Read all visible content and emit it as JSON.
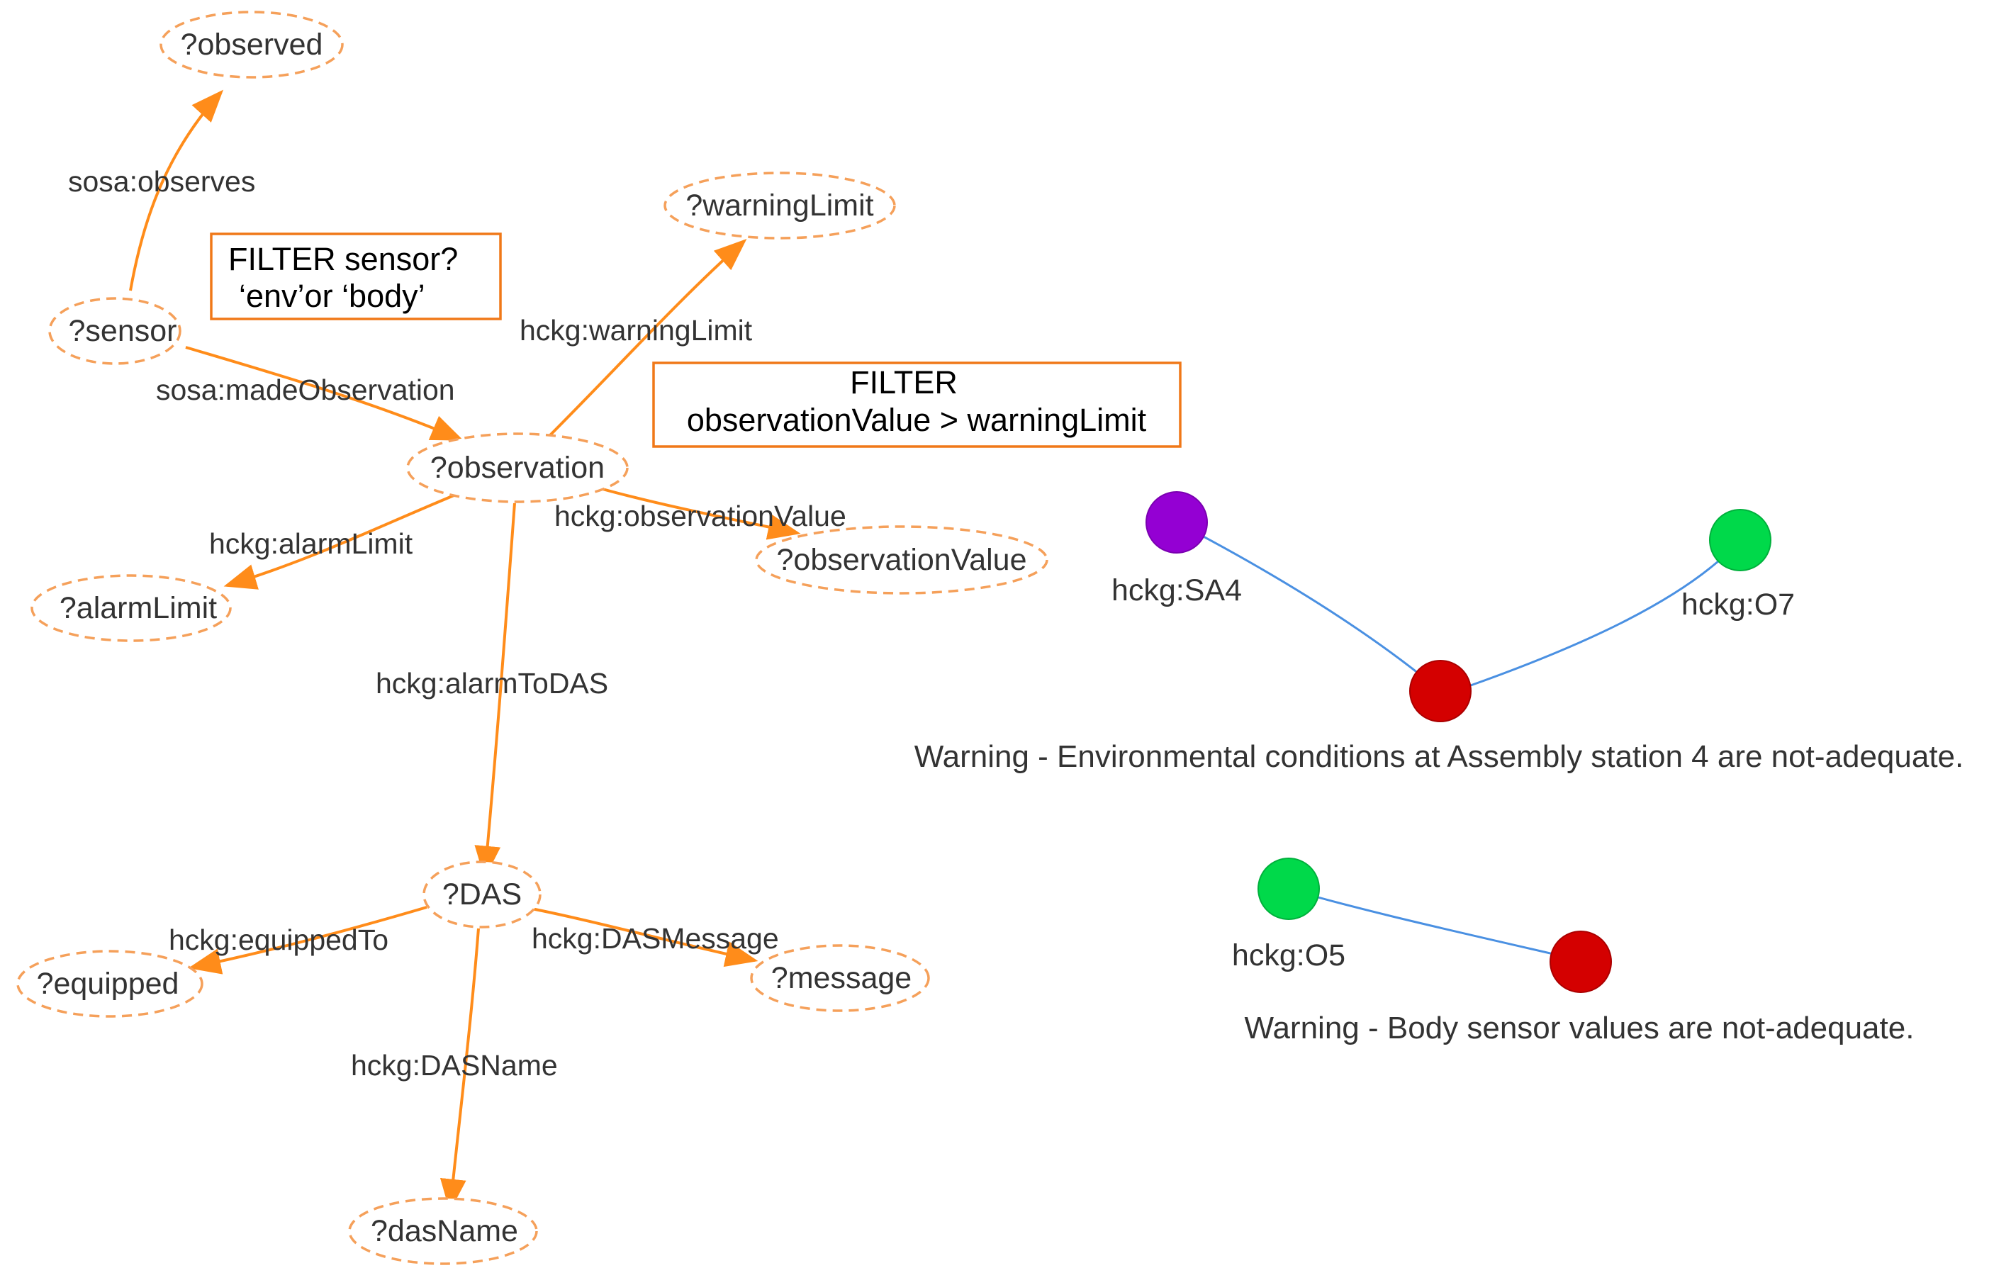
{
  "query_graph": {
    "nodes": {
      "observed": "?observed",
      "warningLimit": "?warningLimit",
      "sensor": "?sensor",
      "observation": "?observation",
      "alarmLimit": "?alarmLimit",
      "observationValue": "?observationValue",
      "das": "?DAS",
      "equipped": "?equipped",
      "message": "?message",
      "dasName": "?dasName"
    },
    "edges": {
      "observes": "sosa:observes",
      "madeObservation": "sosa:madeObservation",
      "warningLimit": "hckg:warningLimit",
      "alarmLimit": "hckg:alarmLimit",
      "observationValue": "hckg:observationValue",
      "alarmToDAS": "hckg:alarmToDAS",
      "equippedTo": "hckg:equippedTo",
      "dasMessage": "hckg:DASMessage",
      "dasNameEdge": "hckg:DASName"
    },
    "filters": {
      "sensor_line1": "FILTER sensor?",
      "sensor_line2": "‘env’or ‘body’",
      "value_line1": "FILTER",
      "value_line2": "observationValue > warningLimit"
    }
  },
  "result_graphs": {
    "env": {
      "sa4": "hckg:SA4",
      "o7": "hckg:O7",
      "warning": "Warning - Environmental conditions at Assembly station 4 are not-adequate."
    },
    "body": {
      "o5": "hckg:O5",
      "warning": "Warning - Body sensor values are not-adequate."
    }
  },
  "colors": {
    "edge": "#ff8c1a",
    "node_border": "#f5a05a",
    "filter_border": "#f07818",
    "link": "#4a90e2",
    "purple_node": "#9400d3",
    "green_node": "#00d94a",
    "red_node": "#d40000"
  }
}
